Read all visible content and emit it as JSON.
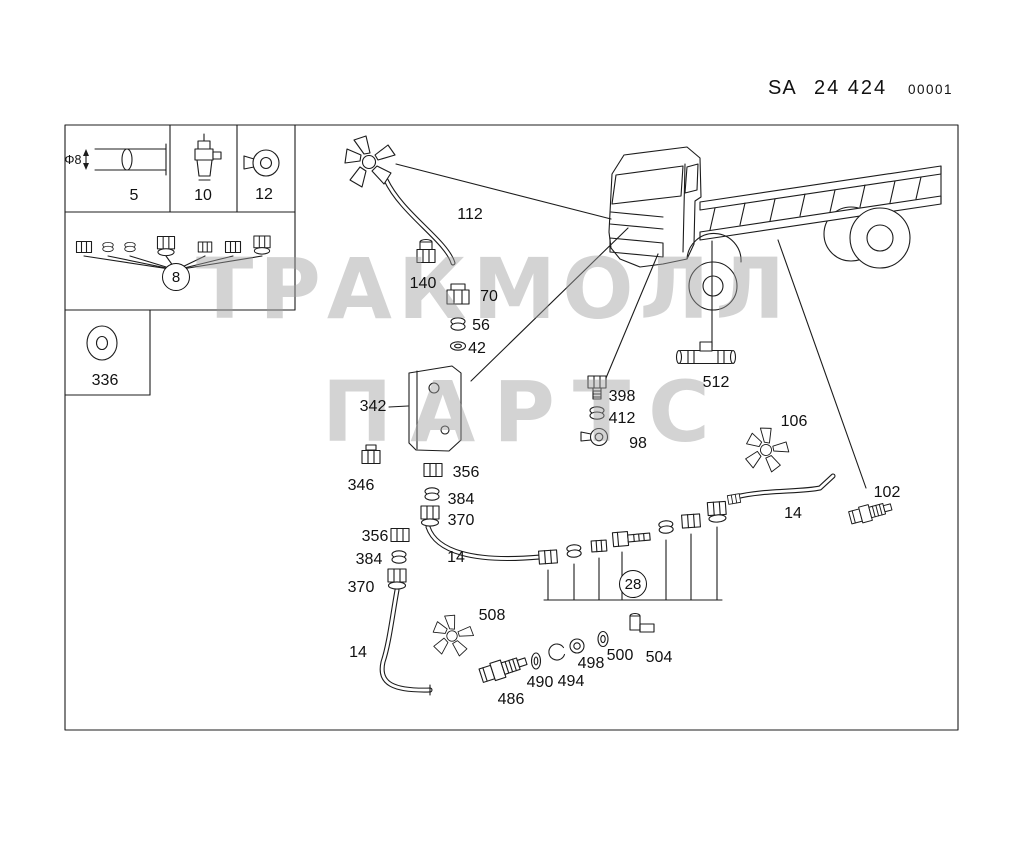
{
  "header": {
    "series": "SA",
    "number": "24 424",
    "document": "00001"
  },
  "watermark": {
    "line1": "ТРАКМОЛЛ",
    "line2": "ПАРТС"
  },
  "labels": [
    {
      "part": "5"
    },
    {
      "part": "10"
    },
    {
      "part": "12"
    },
    {
      "part": "8",
      "circled": true
    },
    {
      "part": "336"
    },
    {
      "part": "Φ8"
    },
    {
      "part": "112"
    },
    {
      "part": "140"
    },
    {
      "part": "70"
    },
    {
      "part": "56"
    },
    {
      "part": "42"
    },
    {
      "part": "342"
    },
    {
      "part": "346"
    },
    {
      "part": "356"
    },
    {
      "part": "384"
    },
    {
      "part": "370"
    },
    {
      "part": "356"
    },
    {
      "part": "384"
    },
    {
      "part": "370"
    },
    {
      "part": "14"
    },
    {
      "part": "508"
    },
    {
      "part": "14"
    },
    {
      "part": "486"
    },
    {
      "part": "490"
    },
    {
      "part": "494"
    },
    {
      "part": "498"
    },
    {
      "part": "500"
    },
    {
      "part": "504"
    },
    {
      "part": "28",
      "circled": true
    },
    {
      "part": "398"
    },
    {
      "part": "412"
    },
    {
      "part": "98"
    },
    {
      "part": "512"
    },
    {
      "part": "106"
    },
    {
      "part": "14"
    },
    {
      "part": "102"
    }
  ]
}
